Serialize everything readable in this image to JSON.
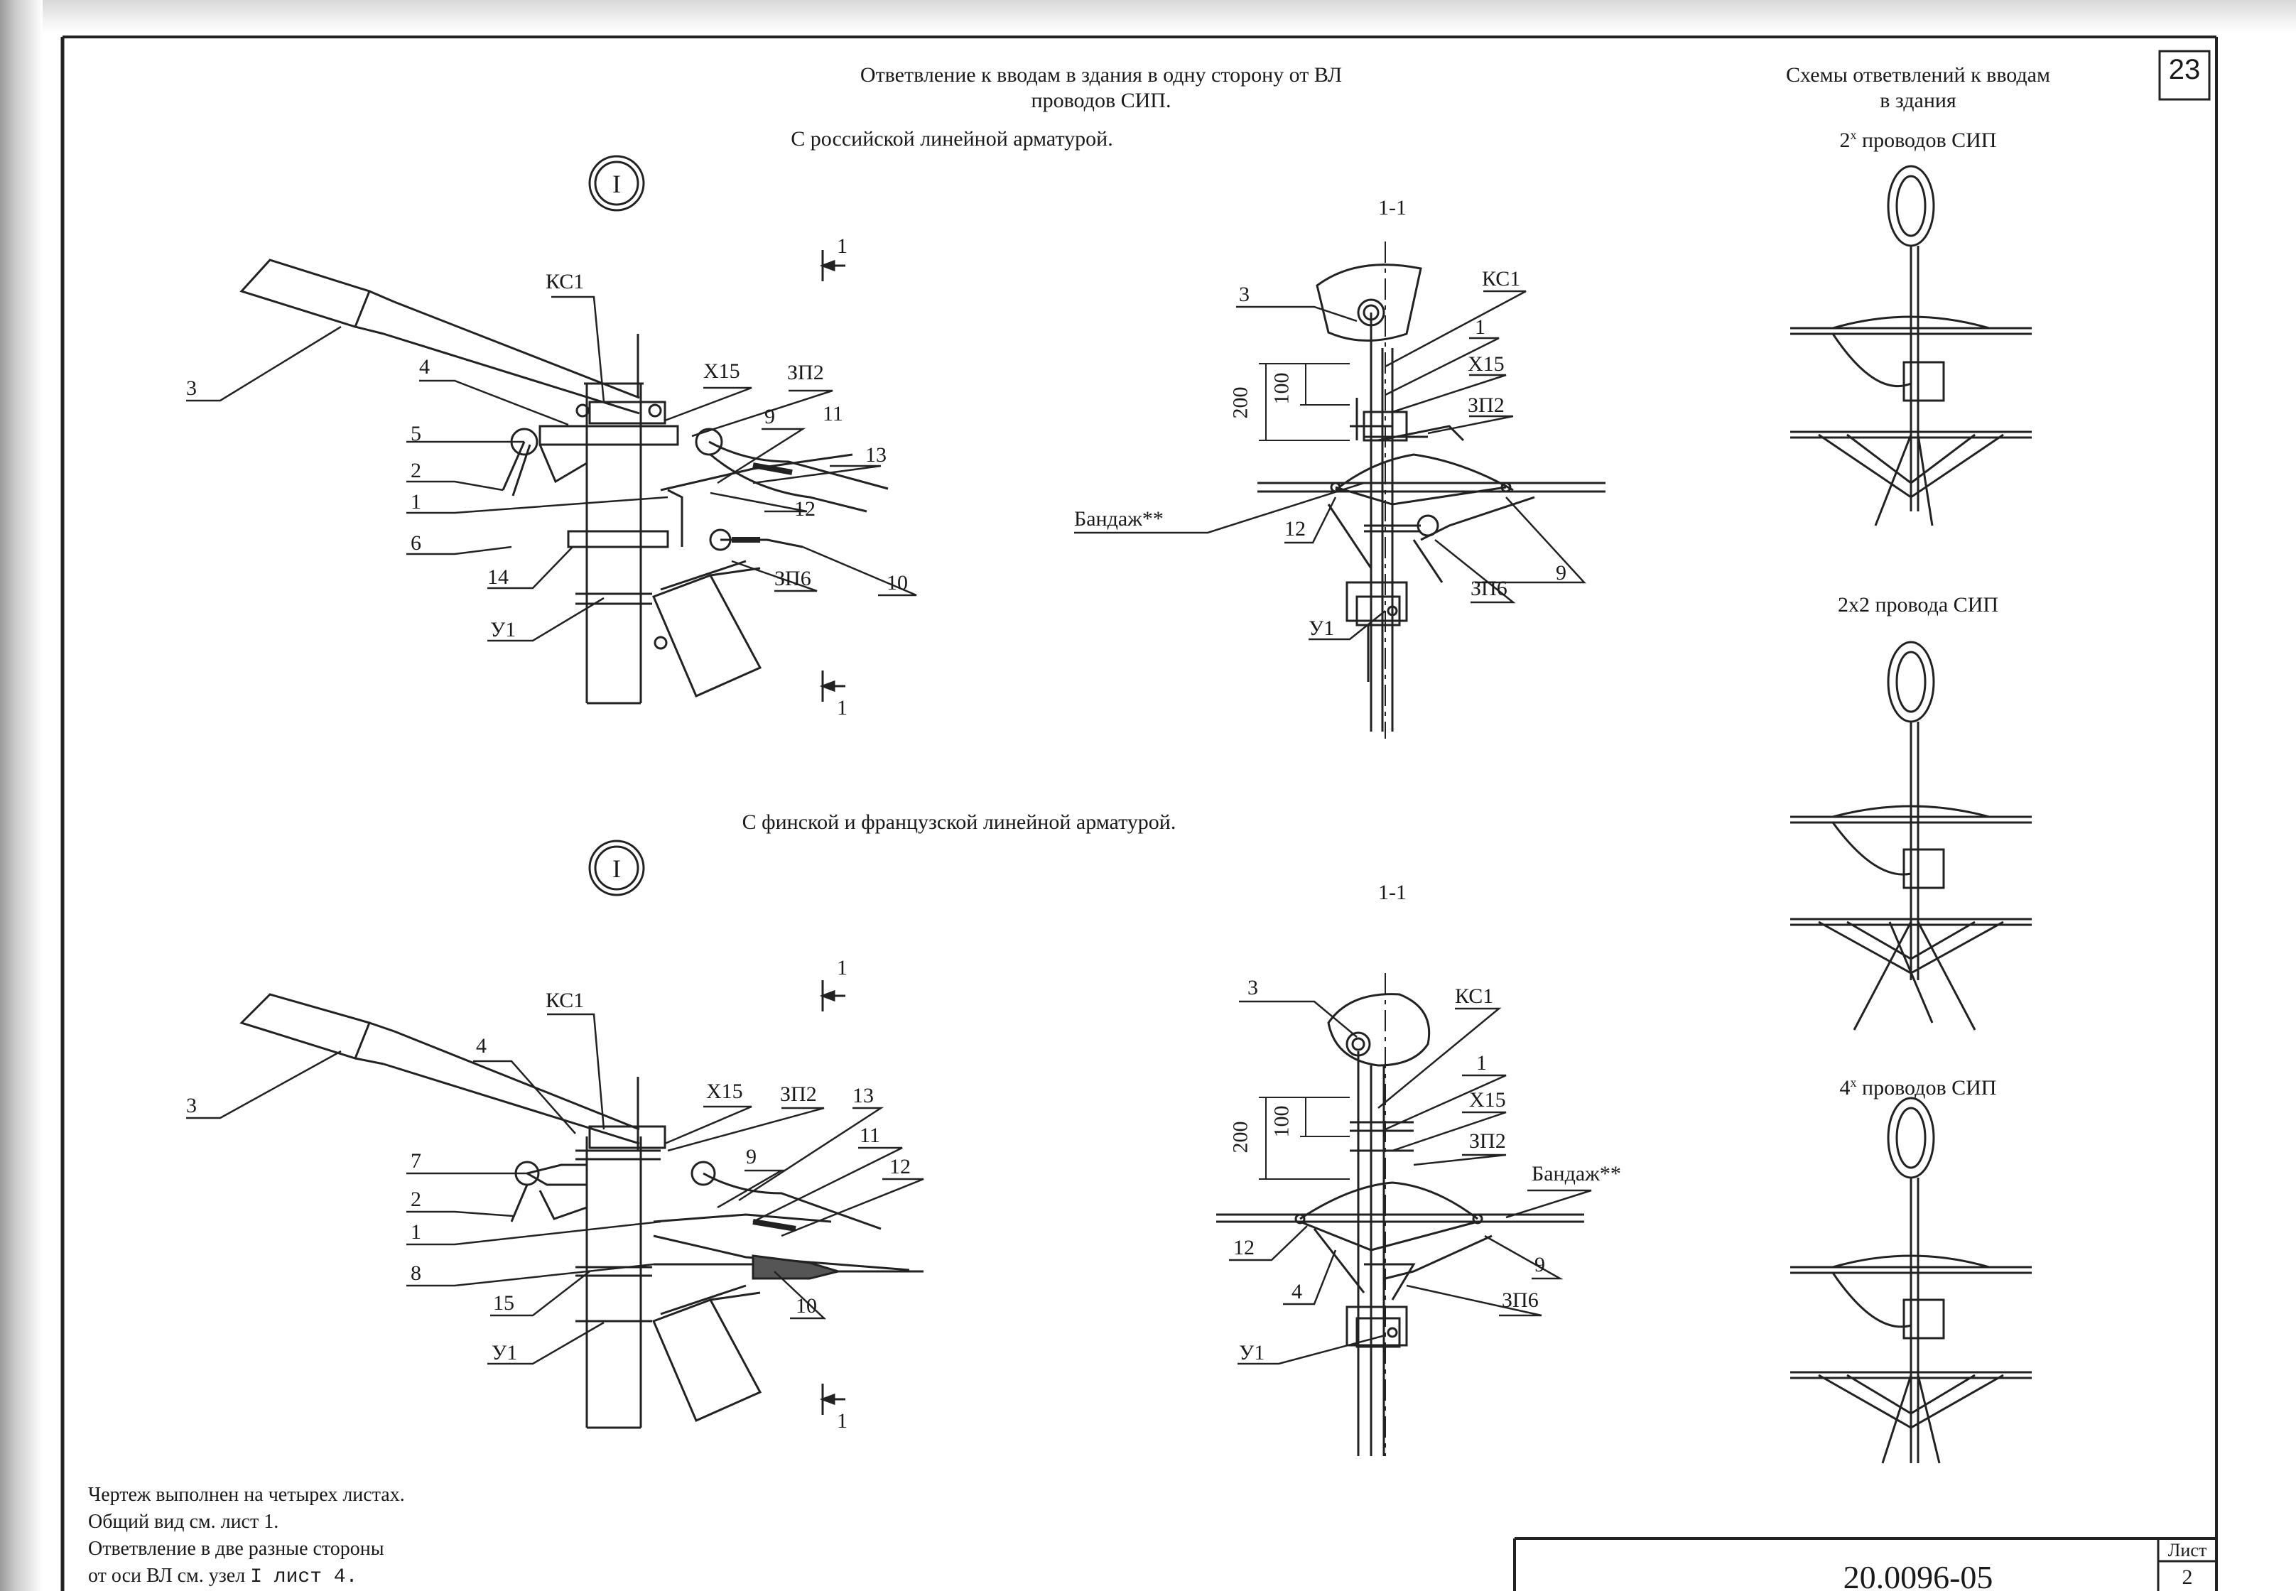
{
  "sheet_number": "23",
  "titles": {
    "main_line1": "Ответвление к вводам в здания в одну сторону от ВЛ",
    "main_line2": "проводов СИП.",
    "variant_russian": "С российской линейной арматурой.",
    "variant_finnish": "С финской и французской линейной арматурой.",
    "schemes_line1": "Схемы ответвлений к вводам",
    "schemes_line2": "в здания"
  },
  "schemes": {
    "s1_prefix": "2",
    "s1_sup": "х",
    "s1_rest": " проводов СИП",
    "s2": "2х2 провода СИП",
    "s3_prefix": "4",
    "s3_sup": "х",
    "s3_rest": " проводов СИП"
  },
  "node_mark": "I",
  "section_mark": "1",
  "section_view": "1-1",
  "dimensions": {
    "d200": "200",
    "d100": "100"
  },
  "labels_top_left": {
    "l3": "3",
    "l4": "4",
    "ks1": "КС1",
    "x15": "Х15",
    "zp2": "ЗП2",
    "l5": "5",
    "l2": "2",
    "l1": "1",
    "l9": "9",
    "l11": "11",
    "l13": "13",
    "l12": "12",
    "l6": "6",
    "l14": "14",
    "zp6": "ЗП6",
    "l10": "10",
    "u1": "У1"
  },
  "labels_top_mid": {
    "l3": "3",
    "ks1": "КС1",
    "l1": "1",
    "x15": "Х15",
    "zp2": "ЗП2",
    "bandazh": "Бандаж**",
    "l12": "12",
    "l9": "9",
    "zp6": "ЗП6",
    "u1": "У1"
  },
  "labels_bot_left": {
    "l3": "3",
    "l4": "4",
    "ks1": "КС1",
    "x15": "Х15",
    "zp2": "ЗП2",
    "l13": "13",
    "l7": "7",
    "l2": "2",
    "l1": "1",
    "l9": "9",
    "l11": "11",
    "l12": "12",
    "l8": "8",
    "l15": "15",
    "l10": "10",
    "u1": "У1"
  },
  "labels_bot_mid": {
    "l3": "3",
    "ks1": "КС1",
    "l1": "1",
    "x15": "Х15",
    "zp2": "ЗП2",
    "bandazh": "Бандаж**",
    "l12": "12",
    "l9": "9",
    "l4": "4",
    "zp6": "ЗП6",
    "u1": "У1"
  },
  "notes": [
    "Чертеж выполнен на четырех листах.",
    "Общий вид см. лист 1.",
    "Ответвление в две разные стороны"
  ],
  "note_last_prefix": "от оси ВЛ см. узел",
  "note_last_ref": "I  лист  4.",
  "title_block": {
    "code": "20.0096-05",
    "list_label": "Лист",
    "list_number": "2"
  }
}
